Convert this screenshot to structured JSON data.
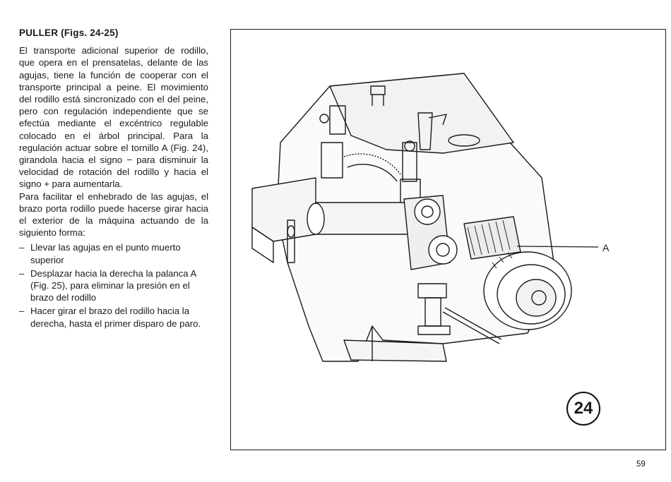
{
  "heading": "PULLER (Figs. 24-25)",
  "paragraphs": [
    "El transporte adicional superior de rodillo, que opera en el prensatelas, delante de las agujas, tiene la función de cooperar con el transporte principal a peine. El movimiento del rodillo está sincronizado con el del peine, pero con regulación independiente que se efectúa mediante el excéntrico regulable colocado en el árbol principal. Para la regulación actuar sobre el tornillo A (Fig. 24), girandola hacia el signo − para disminuir la velocidad de rotación del rodillo y hacia el signo + para aumentarla.",
    "Para facilitar el enhebrado de las agujas, el brazo porta rodillo puede hacerse girar hacia el exterior de la máquina actuando de la siguiento forma:"
  ],
  "steps": [
    "Llevar las agujas en el punto muerto superior",
    "Desplazar hacia la derecha la palanca A (Fig. 25), para eliminar la presión en el brazo del rodillo",
    "Hacer girar el brazo del rodillo hacia la derecha, hasta el primer disparo de paro."
  ],
  "figure": {
    "callout_label": "A",
    "number": "24"
  },
  "page_number": "59"
}
